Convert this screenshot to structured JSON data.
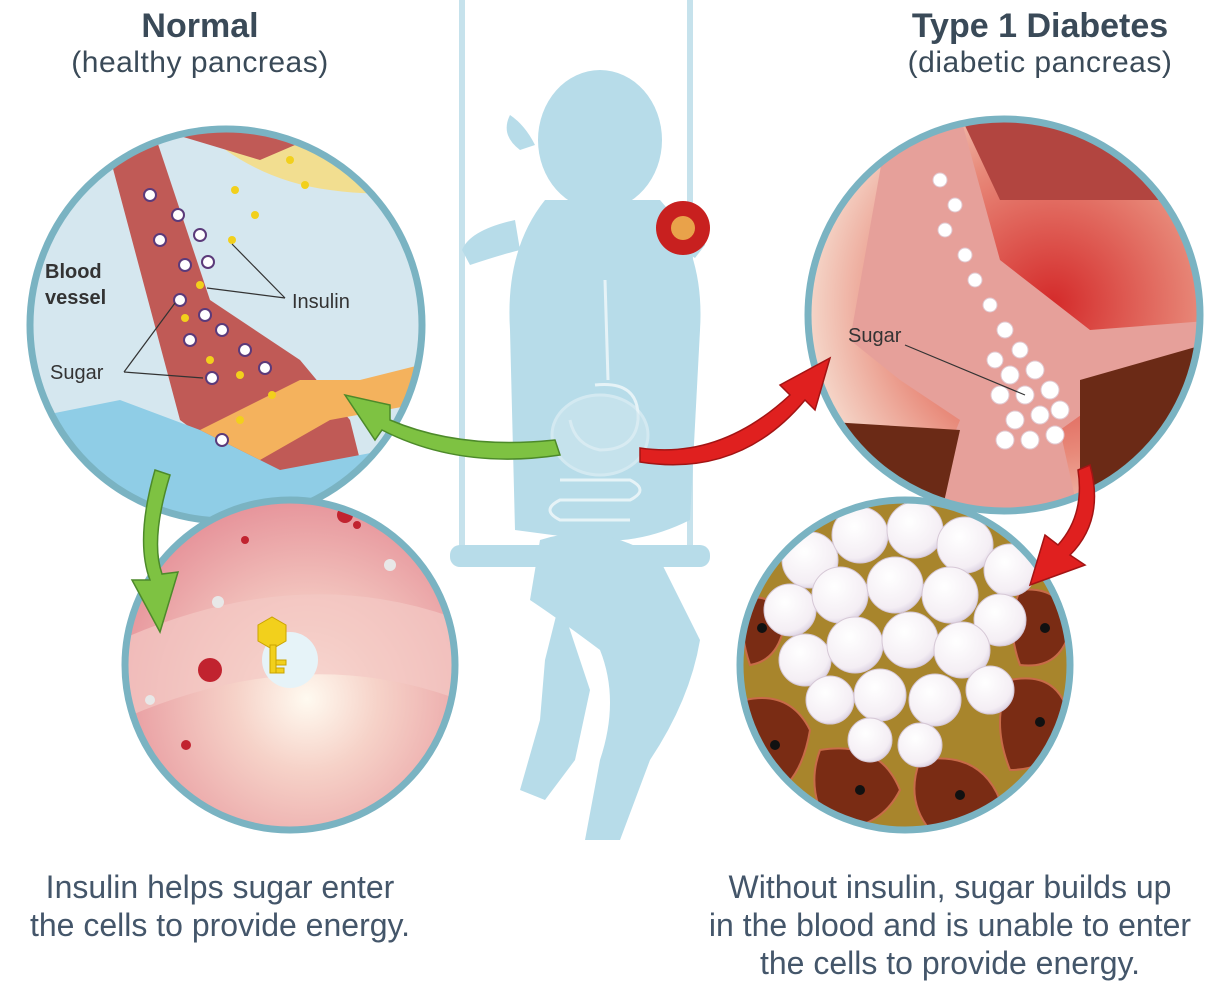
{
  "left_panel": {
    "title": "Normal",
    "subtitle": "(healthy pancreas)",
    "label_blood_vessel_1": "Blood",
    "label_blood_vessel_2": "vessel",
    "label_insulin": "Insulin",
    "label_sugar": "Sugar",
    "caption_line1": "Insulin helps sugar enter",
    "caption_line2": "the cells to provide energy."
  },
  "right_panel": {
    "title": "Type 1 Diabetes",
    "subtitle": "(diabetic pancreas)",
    "label_sugar": "Sugar",
    "caption_line1": "Without insulin, sugar builds up",
    "caption_line2": "in the blood and is unable to enter",
    "caption_line3": "the cells to provide energy."
  },
  "colors": {
    "ring": "#7ab3c2",
    "child_silhouette": "#b7dce9",
    "green_arrow": "#7ec242",
    "red_arrow": "#e0201f",
    "vessel": "#b85a55",
    "insulin": "#f2d01c",
    "diabetic_cells": "#6b2a16"
  }
}
